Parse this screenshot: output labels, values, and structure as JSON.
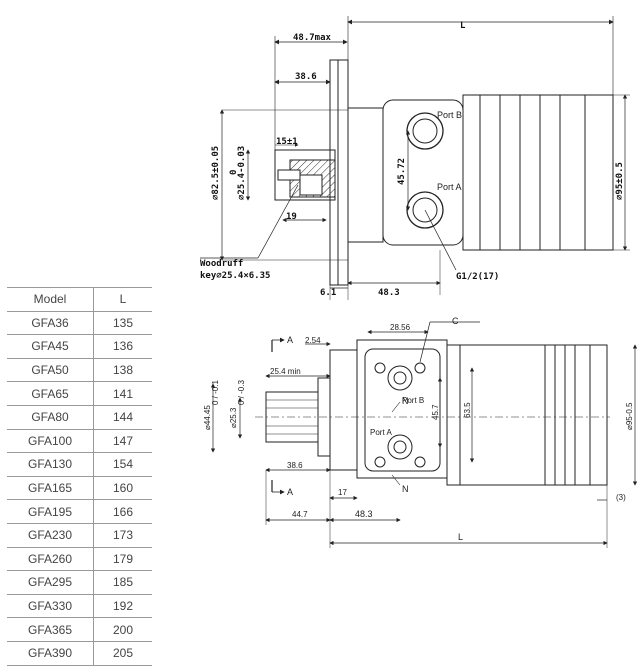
{
  "top_view": {
    "dims": {
      "len_l": "L",
      "len_48_7max": "48.7max",
      "len_38_6": "38.6",
      "len_15": "15±1",
      "len_19": "19",
      "len_6_1": "6.1",
      "len_48_3": "48.3",
      "dia_82_5": "⌀82.5±0.05",
      "dia_25_4": "⌀25.4-0.03",
      "dia_25_4_top": "0",
      "len_45_72": "45.72",
      "dia_95": "⌀95±0.5"
    },
    "labels": {
      "port_b": "Port B",
      "port_a": "Port A",
      "woodruff_1": "Woodruff",
      "woodruff_2": "key⌀25.4×6.35",
      "thread": "G1/2(17)"
    }
  },
  "bottom_view": {
    "dims": {
      "len_2_54": "2.54",
      "len_28_56": "28.56",
      "len_25_4min": "25.4 min",
      "dia_44_45": "⌀44.45",
      "tol_44_45": "0 / -0.1",
      "dia_25_3": "⌀25.3",
      "tol_25_3": "0 / -0.3",
      "len_38_6": "38.6",
      "len_63_5": "63.5",
      "len_45_7": "45.7",
      "dia_95": "⌀95-0.5",
      "len_17": "17",
      "len_44_7": "44.7",
      "len_48_3": "48.3",
      "len_l": "L",
      "len_3": "(3)"
    },
    "labels": {
      "section_a_top": "A",
      "section_a_bottom": "A",
      "callout_c": "C",
      "n_top": "N",
      "n_bottom": "N",
      "port_b": "Port B",
      "port_a": "Port A"
    }
  },
  "table": {
    "headers": [
      "Model",
      "L"
    ],
    "rows": [
      [
        "GFA36",
        "135"
      ],
      [
        "GFA45",
        "136"
      ],
      [
        "GFA50",
        "138"
      ],
      [
        "GFA65",
        "141"
      ],
      [
        "GFA80",
        "144"
      ],
      [
        "GFA100",
        "147"
      ],
      [
        "GFA130",
        "154"
      ],
      [
        "GFA165",
        "160"
      ],
      [
        "GFA195",
        "166"
      ],
      [
        "GFA230",
        "173"
      ],
      [
        "GFA260",
        "179"
      ],
      [
        "GFA295",
        "185"
      ],
      [
        "GFA330",
        "192"
      ],
      [
        "GFA365",
        "200"
      ],
      [
        "GFA390",
        "205"
      ]
    ]
  }
}
